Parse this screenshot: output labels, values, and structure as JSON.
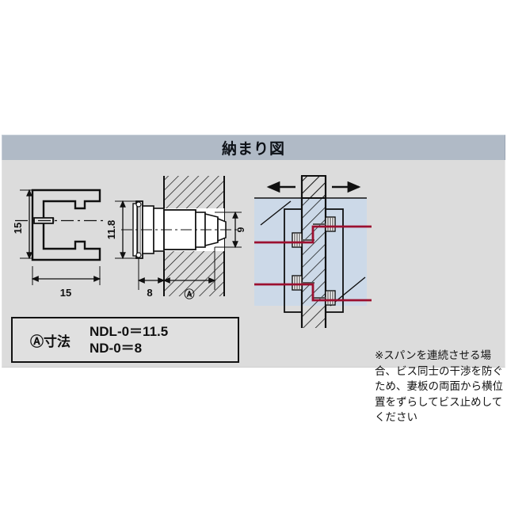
{
  "header": {
    "title": "納まり図"
  },
  "colors": {
    "header_bar": "#b0bac6",
    "content_bg": "#dcdcdc",
    "page_bg": "#ffffff",
    "line": "#101010",
    "glass_fill": "#ccd9e8",
    "leader_red": "#9c1030",
    "part_fill": "#ffffff"
  },
  "figures": {
    "profile_section": {
      "name": "frame-profile-cross-section",
      "height_label": "15",
      "width_label": "15"
    },
    "wall_section": {
      "name": "wall-mount-section",
      "vertical_left_label": "11.8",
      "vertical_right_label": "9",
      "horizontal_left_label": "8",
      "horizontal_right_label": "Ⓐ"
    },
    "plan_detail": {
      "name": "span-plan-detail",
      "arrow_left": "←",
      "arrow_right": "→"
    }
  },
  "note": {
    "text": "※スパンを連続させる場合、ビス同士の干渉を防ぐため、妻板の両面から横位置をずらしてビス止めしてください"
  },
  "spec_box": {
    "label": "Ⓐ寸法",
    "values": [
      "NDL-0＝11.5",
      "ND-0＝8"
    ]
  }
}
